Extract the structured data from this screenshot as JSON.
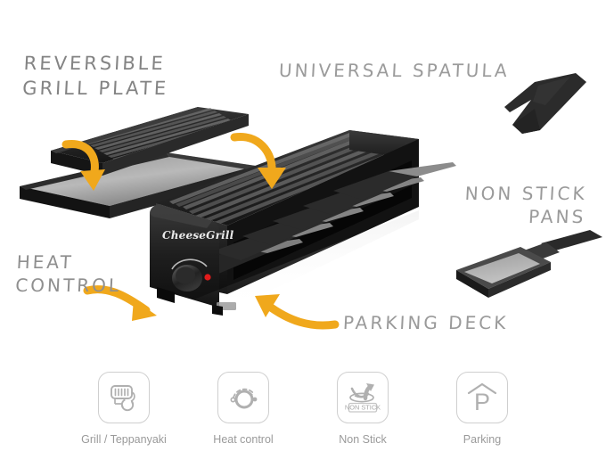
{
  "page": {
    "background": "#ffffff",
    "accent_arrow_color": "#f0a81c",
    "label_color": "#8f8f8f",
    "icon_color": "#b0b0b0"
  },
  "callouts": [
    {
      "id": "reversible",
      "text": "Reversible\nGrill Plate"
    },
    {
      "id": "spatula",
      "text": "Universal Spatula"
    },
    {
      "id": "nonstick",
      "text": "Non Stick\nPans"
    },
    {
      "id": "heat",
      "text": "Heat\nControl"
    },
    {
      "id": "parking",
      "text": "Parking Deck"
    }
  ],
  "product": {
    "brand": "CheeseGrill",
    "knob_indicator_color": "#e01b1b",
    "body_color": "#1c1c1c"
  },
  "features": [
    {
      "icon": "grill-teppanyaki-icon",
      "label": "Grill / Teppanyaki"
    },
    {
      "icon": "heat-control-icon",
      "label": "Heat control"
    },
    {
      "icon": "non-stick-icon",
      "label": "Non Stick",
      "badge": "NON STICK"
    },
    {
      "icon": "parking-icon",
      "label": "Parking"
    }
  ]
}
